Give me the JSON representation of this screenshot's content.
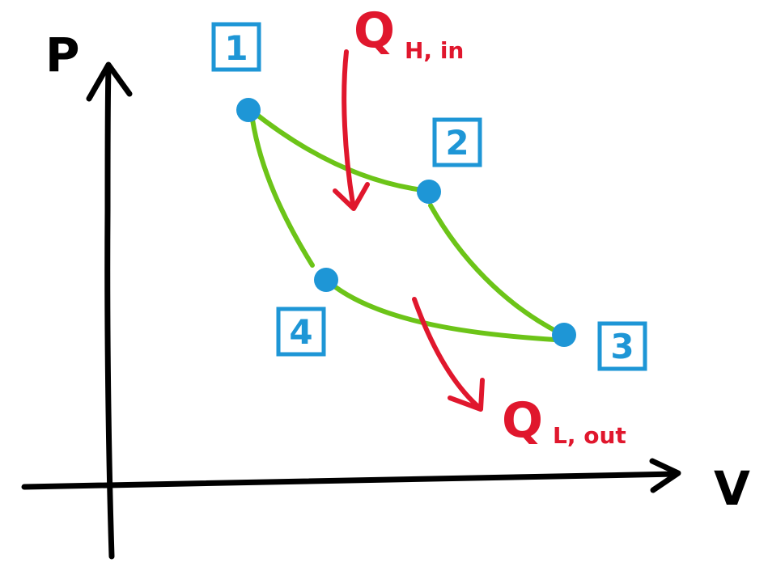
{
  "axes": {
    "y_label": "P",
    "x_label": "V"
  },
  "states": [
    {
      "id": "1",
      "label": "1"
    },
    {
      "id": "2",
      "label": "2"
    },
    {
      "id": "3",
      "label": "3"
    },
    {
      "id": "4",
      "label": "4"
    }
  ],
  "heat": {
    "in": {
      "symbol": "Q",
      "subscript": "H, in"
    },
    "out": {
      "symbol": "Q",
      "subscript": "L, out"
    }
  },
  "colors": {
    "axes": "#000000",
    "curve": "#6cc418",
    "state_point": "#1e96d6",
    "state_label": "#1e96d6",
    "heat": "#e0172d"
  }
}
